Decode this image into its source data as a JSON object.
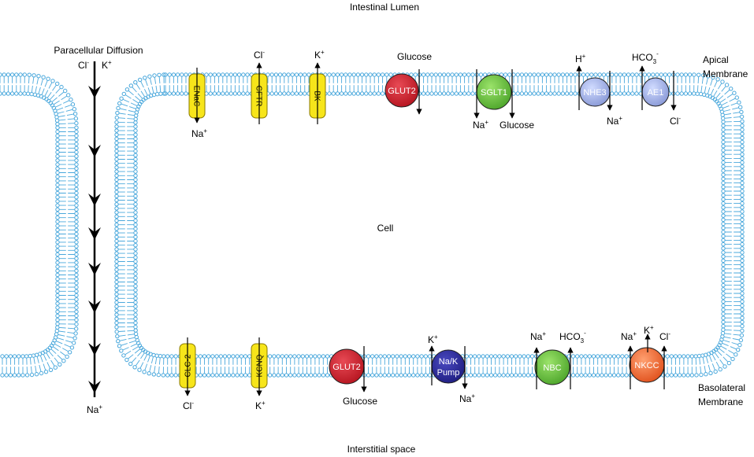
{
  "regions": {
    "top": "Intestinal Lumen",
    "bottom": "Interstitial space",
    "center": "Cell",
    "apical": [
      "Apical",
      "Membrane"
    ],
    "basolateral": [
      "Basolateral",
      "Membrane"
    ]
  },
  "paracellular": {
    "title": "Paracellular Diffusion",
    "ion_cl": "Cl",
    "ion_k": "K",
    "ion_na": "Na"
  },
  "apical_channels": [
    {
      "name": "ENaC",
      "ion": "Na",
      "charge": "+"
    },
    {
      "name": "CFTR",
      "ion": "Cl",
      "charge": "-"
    },
    {
      "name": "BK",
      "ion": "K",
      "charge": "+"
    }
  ],
  "basolateral_channels": [
    {
      "name": "CLC-2",
      "ion": "Cl",
      "charge": "-"
    },
    {
      "name": "KCNQ",
      "ion": "K",
      "charge": "+"
    }
  ],
  "transporters": {
    "glut2_apical": {
      "name": "GLUT2",
      "substrate": "Glucose",
      "color": "#cc1f2e"
    },
    "sglt1": {
      "name": "SGLT1",
      "ion": "Na",
      "substrate": "Glucose",
      "color": "#6fc43f"
    },
    "nhe3": {
      "name": "NHE3",
      "ion_in": "H",
      "ion_out": "Na",
      "color": "#a9b8e8"
    },
    "ae1": {
      "name": "AE1",
      "ion_in": "HCO",
      "ion_out": "Cl",
      "color": "#a9b8e8"
    },
    "glut2_baso": {
      "name": "GLUT2",
      "substrate": "Glucose",
      "color": "#cc1f2e"
    },
    "nak": {
      "name1": "Na/K",
      "name2": "Pump",
      "ion_in": "K",
      "ion_out": "Na",
      "color": "#2b2a9a"
    },
    "nbc": {
      "name": "NBC",
      "ion1": "Na",
      "ion2": "HCO",
      "color": "#6fc43f"
    },
    "nkcc": {
      "name": "NKCC",
      "ion1": "Na",
      "ion2": "K",
      "ion3": "Cl",
      "color": "#f26a2c"
    }
  },
  "colors": {
    "membrane": "#4aa8dc",
    "channel": "#f7e51a",
    "channel_stroke": "#8a7a00"
  }
}
